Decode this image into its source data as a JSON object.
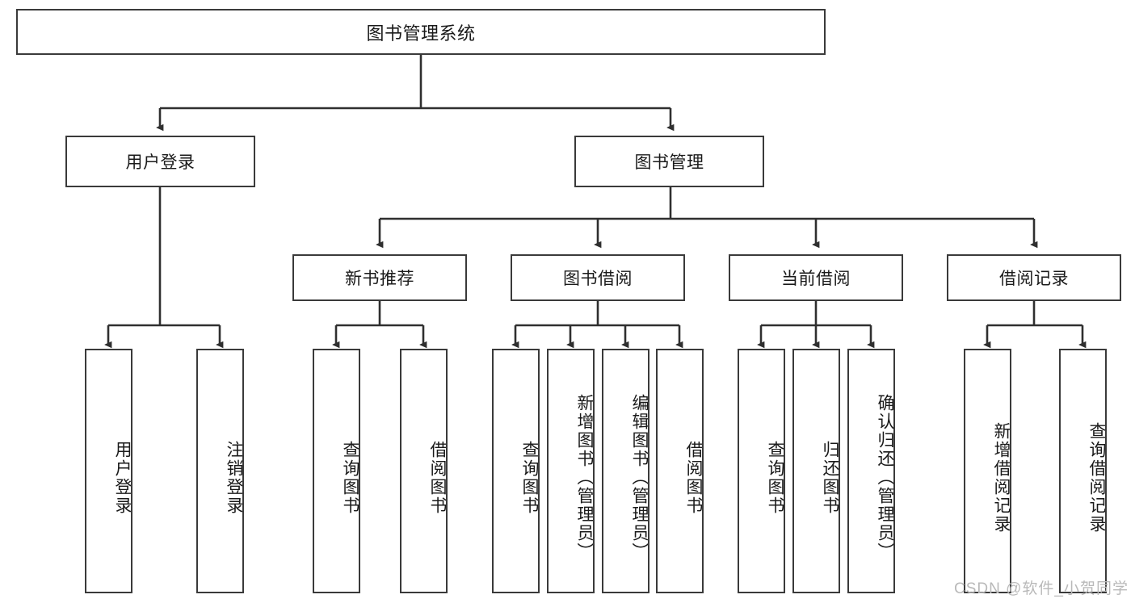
{
  "diagram": {
    "title": "图书管理系统",
    "type": "tree",
    "watermark": "CSDN @软件_小贺同学",
    "colors": {
      "box_border": "#3a3a3a",
      "box_fill": "#ffffff",
      "edge": "#2f2f2f",
      "text": "#1a1a1a",
      "watermark": "#b9b9b9",
      "background": "#ffffff"
    },
    "levels": {
      "root": {
        "label": "图书管理系统"
      },
      "level2": [
        {
          "label": "用户登录"
        },
        {
          "label": "图书管理"
        }
      ],
      "level3": [
        {
          "label": "新书推荐"
        },
        {
          "label": "图书借阅"
        },
        {
          "label": "当前借阅"
        },
        {
          "label": "借阅记录"
        }
      ],
      "leaves": {
        "user_login": [
          {
            "label": "用户登录"
          },
          {
            "label": "注销登录"
          }
        ],
        "new_book_recommend": [
          {
            "label": "查询图书"
          },
          {
            "label": "借阅图书"
          }
        ],
        "book_borrow": [
          {
            "label": "查询图书"
          },
          {
            "label": "新增图书（管理员）"
          },
          {
            "label": "编辑图书（管理员）"
          },
          {
            "label": "借阅图书"
          }
        ],
        "current_borrow": [
          {
            "label": "查询图书"
          },
          {
            "label": "归还图书"
          },
          {
            "label": "确认归还（管理员）"
          }
        ],
        "borrow_records": [
          {
            "label": "新增借阅记录"
          },
          {
            "label": "查询借阅记录"
          }
        ]
      }
    }
  }
}
